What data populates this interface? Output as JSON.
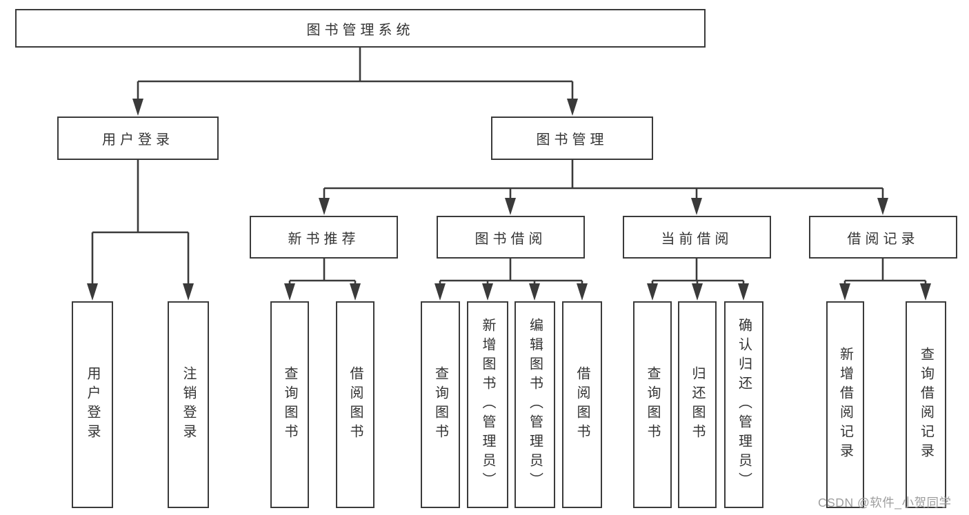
{
  "watermark": "CSDN @软件_小贺同学",
  "colors": {
    "line": "#3a3a3a",
    "box_border": "#3a3a3a",
    "text": "#333333",
    "watermark_text": "#9e9e9e",
    "background": "#ffffff"
  },
  "tree": {
    "root": {
      "label": "图书管理系统"
    },
    "branches": [
      {
        "label": "用户登录",
        "children": [
          {
            "label": "用户登录"
          },
          {
            "label": "注销登录"
          }
        ]
      },
      {
        "label": "图书管理",
        "groups": [
          {
            "label": "新书推荐",
            "children": [
              {
                "label": "查询图书"
              },
              {
                "label": "借阅图书"
              }
            ]
          },
          {
            "label": "图书借阅",
            "children": [
              {
                "label": "查询图书"
              },
              {
                "label": "新增图书（管理员）"
              },
              {
                "label": "编辑图书（管理员）"
              },
              {
                "label": "借阅图书"
              }
            ]
          },
          {
            "label": "当前借阅",
            "children": [
              {
                "label": "查询图书"
              },
              {
                "label": "归还图书"
              },
              {
                "label": "确认归还（管理员）"
              }
            ]
          },
          {
            "label": "借阅记录",
            "children": [
              {
                "label": "新增借阅记录"
              },
              {
                "label": "查询借阅记录"
              }
            ]
          }
        ]
      }
    ]
  }
}
